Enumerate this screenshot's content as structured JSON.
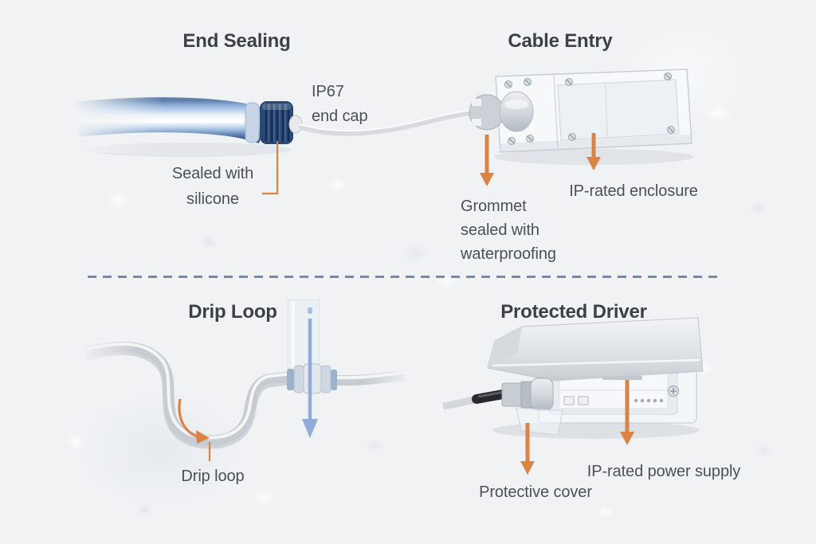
{
  "colors": {
    "accent_orange": "#DB8345",
    "arrow_blue": "#87A5D6",
    "divider_color": "#5F6E88",
    "title_color": "#3C4148",
    "label_color": "#4B5158",
    "cable_blue": "#34537F",
    "background": "#F0F2F4"
  },
  "sections": {
    "end_sealing": {
      "title": "End Sealing",
      "label_end_cap": "IP67\nend cap",
      "label_sealed": "Sealed with\nsilicone"
    },
    "cable_entry": {
      "title": "Cable Entry",
      "label_grommet": "Grommet\nsealed with\nwaterproofing",
      "label_enclosure": "IP-rated enclosure"
    },
    "drip_loop": {
      "title": "Drip Loop",
      "label_drip": "Drip loop"
    },
    "protected_driver": {
      "title": "Protected Driver",
      "label_cover": "Protective cover",
      "label_supply": "IP-rated power supply"
    }
  }
}
